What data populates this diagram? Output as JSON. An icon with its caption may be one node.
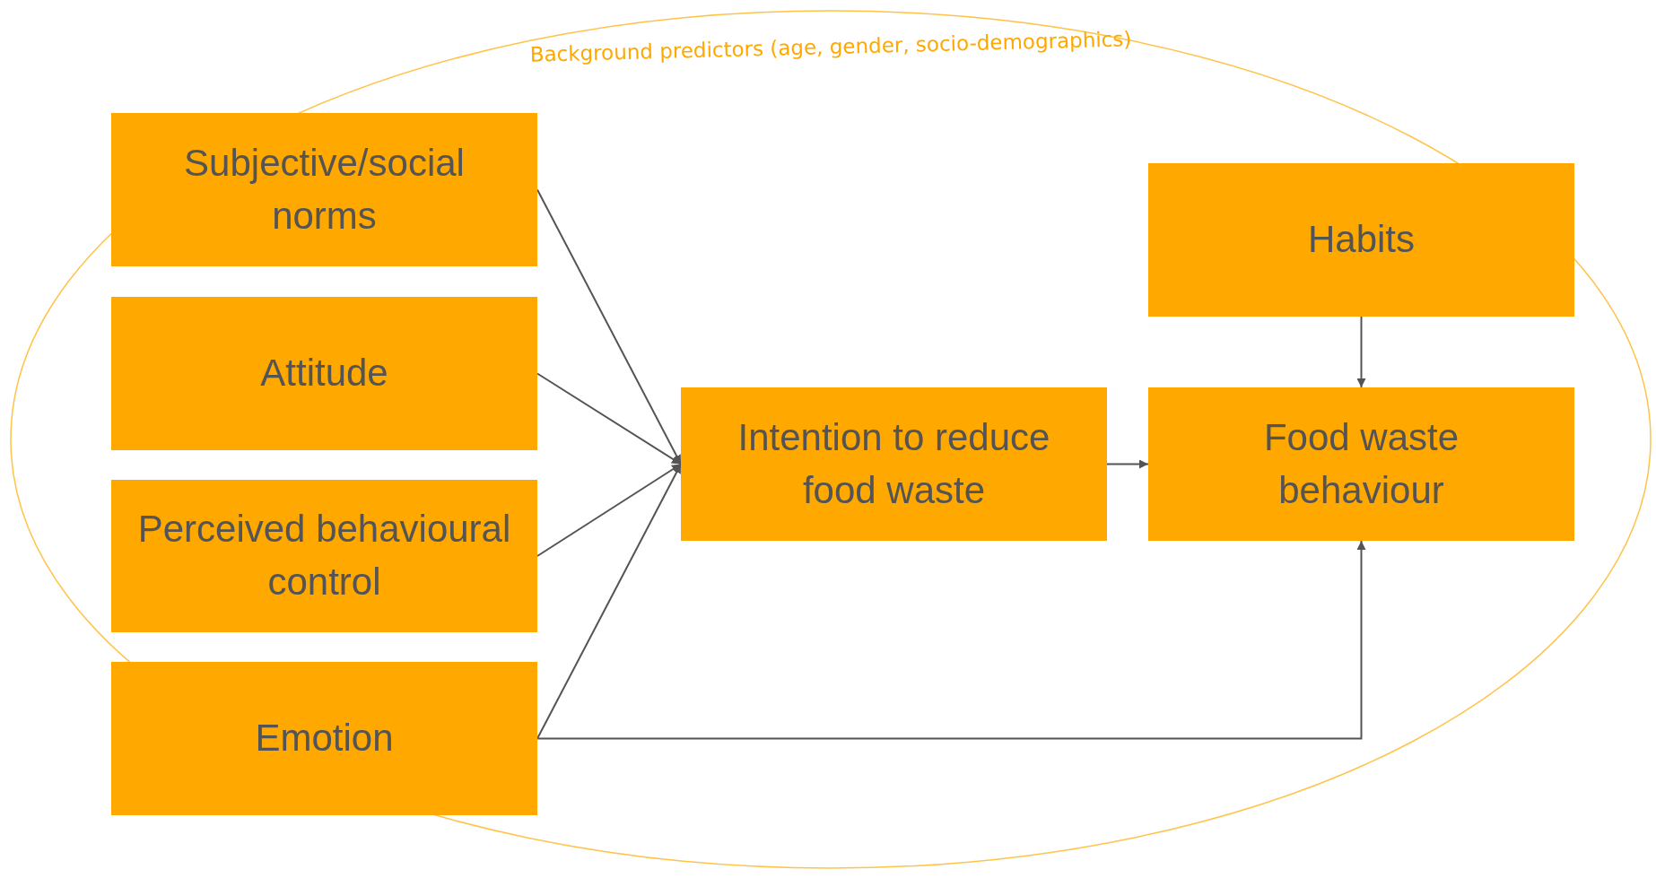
{
  "diagram": {
    "nodes": [
      {
        "text": [
          "Background predictors (age, gender, socio-demographics)"
        ]
      },
      {
        "text": [
          "Subjective/social norms"
        ],
        "in": 0
      },
      {
        "text": [
          "Habits"
        ],
        "in": 0
      },
      {
        "text": [
          "Attitude"
        ],
        "in": 0
      },
      {
        "text": [
          "Intention to reduce food waste"
        ],
        "in": 0
      },
      {
        "text": [
          "Food waste behaviour"
        ],
        "in": 0
      },
      {
        "text": [
          "Perceived behavioural control"
        ],
        "in": 0
      },
      {
        "text": [
          "Emotion"
        ],
        "in": 0
      }
    ],
    "edges": [
      {
        "from": 1,
        "to": 4,
        "arrow": "to"
      },
      {
        "from": 3,
        "to": 4,
        "arrow": "to"
      },
      {
        "from": 6,
        "to": 4,
        "arrow": "to"
      },
      {
        "from": 7,
        "to": 4,
        "arrow": "to"
      },
      {
        "from": 4,
        "to": 5,
        "arrow": "to"
      },
      {
        "from": 2,
        "to": 5,
        "arrow": "to"
      },
      {
        "from": 7,
        "to": 5,
        "arrow": "to"
      }
    ]
  }
}
